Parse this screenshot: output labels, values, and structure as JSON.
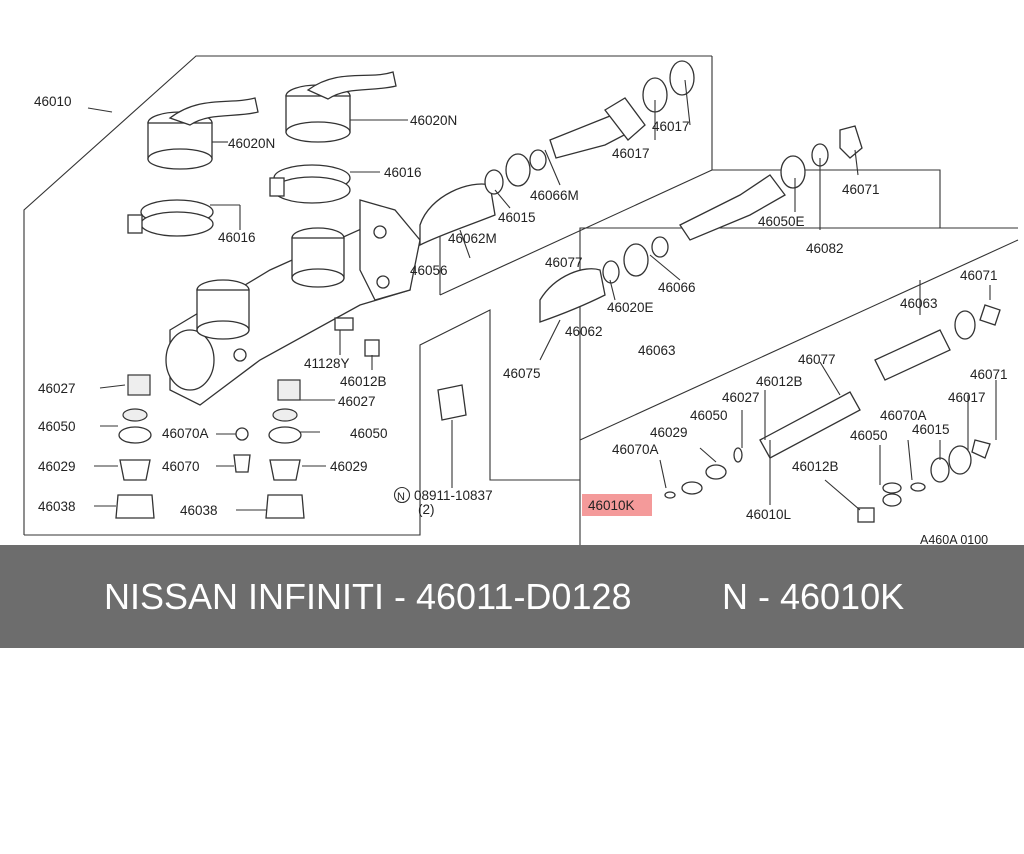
{
  "diagram": {
    "labels": {
      "l46010": "46010",
      "l46020N_a": "46020N",
      "l46020N_b": "46020N",
      "l46016_a": "46016",
      "l46016_b": "46016",
      "l46056": "46056",
      "l46062M": "46062M",
      "l46015": "46015",
      "l46066M": "46066M",
      "l46017_a": "46017",
      "l46017_b": "46017",
      "l46071_a": "46071",
      "l46050E": "46050E",
      "l46082": "46082",
      "l46077_a": "46077",
      "l46066": "46066",
      "l46020E": "46020E",
      "l46062": "46062",
      "l46063_a": "46063",
      "l46075": "46075",
      "l41128Y": "41128Y",
      "l46012B_a": "46012B",
      "l46027_a": "46027",
      "l46027_b": "46027",
      "l46050_a": "46050",
      "l46050_b": "46050",
      "l46070A_a": "46070A",
      "l46029_a": "46029",
      "l46029_b": "46029",
      "l46070": "46070",
      "l46038_a": "46038",
      "l46038_b": "46038",
      "l08911": "08911-10837",
      "l08911_n": "N",
      "l08911_qty": "(2)",
      "l46071_b": "46071",
      "l46063_b": "46063",
      "l46077_b": "46077",
      "l46012B_b": "46012B",
      "l46027_c": "46027",
      "l46050_c": "46050",
      "l46029_c": "46029",
      "l46070A_b": "46070A",
      "l46070A_c": "46070A",
      "l46015_b": "46015",
      "l46017_c": "46017",
      "l46071_c": "46071",
      "l46050_d": "46050",
      "l46012B_c": "46012B",
      "l46010K": "46010K",
      "l46010L": "46010L",
      "ref_code": "A460A 0100"
    },
    "highlight_color": "#f49a9a"
  },
  "banner": {
    "brand": "NISSAN INFINITI - 46011-D0128",
    "code": "N - 46010K"
  }
}
